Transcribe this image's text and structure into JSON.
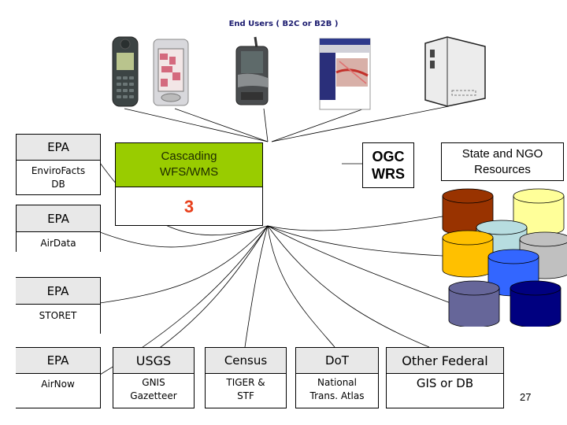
{
  "header": {
    "title": "End Users ( B2C or B2B )"
  },
  "end_user_devices": [
    {
      "name": "mobile-phone"
    },
    {
      "name": "pocket-pc"
    },
    {
      "name": "pda-communicator"
    },
    {
      "name": "web-browser-map"
    },
    {
      "name": "server"
    }
  ],
  "hub": {
    "title_line1": "Cascading",
    "title_line2": "WFS/WMS",
    "number": "3",
    "color": "#99cc00",
    "number_color": "#e8401c"
  },
  "registry": {
    "line1": "OGC",
    "line2": "WRS"
  },
  "state_resources": {
    "line1": "State and NGO",
    "line2": "Resources",
    "db_colors": [
      "#993300",
      "#ffff99",
      "#b7dde0",
      "#ffc000",
      "#c0c0c0",
      "#3366ff",
      "#666699",
      "#000080"
    ]
  },
  "left_sources": [
    {
      "agency": "EPA",
      "line1": "EnviroFacts",
      "line2": "DB"
    },
    {
      "agency": "EPA",
      "line1": "AirData",
      "line2": ""
    },
    {
      "agency": "EPA",
      "line1": "STORET",
      "line2": ""
    }
  ],
  "bottom_sources": [
    {
      "agency": "EPA",
      "line1": "AirNow",
      "line2": ""
    },
    {
      "agency": "USGS",
      "line1": "GNIS",
      "line2": "Gazetteer"
    },
    {
      "agency": "Census",
      "line1": "TIGER &",
      "line2": "STF"
    },
    {
      "agency": "DoT",
      "line1": "National",
      "line2": "Trans. Atlas"
    },
    {
      "agency": "Other Federal",
      "line1": "GIS or DB",
      "line2": ""
    }
  ],
  "page_number": "27"
}
